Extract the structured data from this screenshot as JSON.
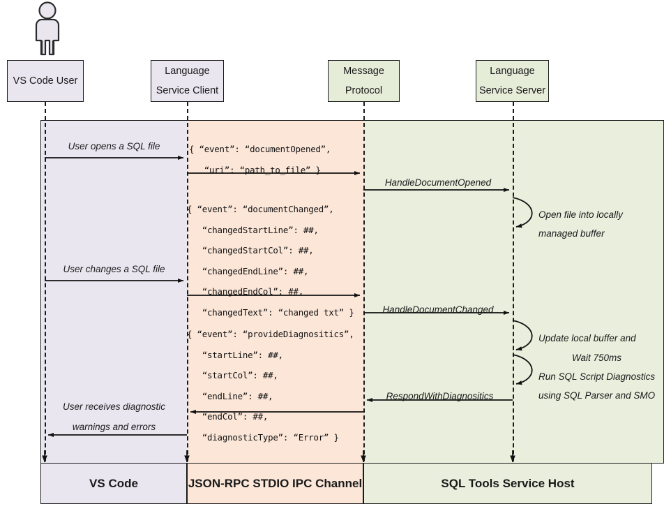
{
  "diagram": {
    "title": "SQL Tools Service sequence diagram",
    "colors": {
      "lavender": "#e9e6f0",
      "peach": "#fbe6d8",
      "green": "#e9eedd",
      "stroke": "#1a1a1a"
    }
  },
  "actor": {
    "icon": "person-icon",
    "label": "VS Code User"
  },
  "participants": [
    {
      "id": "vscode-user",
      "line1": "VS Code User",
      "line2": "",
      "fill": "lavender"
    },
    {
      "id": "language-service-client",
      "line1": "Language",
      "line2": "Service Client",
      "fill": "lavender"
    },
    {
      "id": "message-protocol",
      "line1": "Message",
      "line2": "Protocol",
      "fill": "green"
    },
    {
      "id": "language-service-server",
      "line1": "Language",
      "line2": "Service Server",
      "fill": "green"
    }
  ],
  "bands": [
    {
      "id": "band-vscode",
      "label": "VS Code",
      "fill": "lavender"
    },
    {
      "id": "band-ipc",
      "label": "JSON-RPC STDIO IPC Channel",
      "fill": "peach"
    },
    {
      "id": "band-service",
      "label": "SQL Tools Service Host",
      "fill": "green"
    }
  ],
  "legend": [
    {
      "id": "legend-vs-code",
      "label": "VS Code"
    },
    {
      "id": "legend-ipc",
      "label": "JSON-RPC STDIO IPC Channel"
    },
    {
      "id": "legend-sql-host",
      "label": "SQL Tools Service Host"
    }
  ],
  "messages": [
    {
      "id": "msg-user-opens",
      "label": "User opens a SQL file"
    },
    {
      "id": "msg-user-changes",
      "label": "User changes a SQL file"
    },
    {
      "id": "msg-user-receives-line1",
      "label": "User receives diagnostic"
    },
    {
      "id": "msg-user-receives-line2",
      "label": "warnings and errors"
    },
    {
      "id": "msg-handle-document-opened",
      "label": "HandleDocumentOpened"
    },
    {
      "id": "msg-handle-document-changed",
      "label": "HandleDocumentChanged"
    },
    {
      "id": "msg-respond-with-diagnosings",
      "label": "RespondWithDiagnositics"
    }
  ],
  "payloads": {
    "document_opened": "{ “event”: “documentOpened”,\n   “uri”: “path_to_file” }",
    "document_changed": "{ “event”: “documentChanged”,\n   “changedStartLine”: ##,\n   “changedStartCol”: ##,\n   “changedEndLine”: ##,\n   “changedEndCol”: ##,\n   “changedText”: “changed txt” }",
    "provide_diagnostics": "{ “event”: “provideDiagnositics”,\n   “startLine”: ##,\n   “startCol”: ##,\n   “endLine”: ##,\n   “endCol”: ##,\n   “diagnosticType”: “Error” }"
  },
  "notes": [
    {
      "id": "note-open-file-line1",
      "label": "Open file into locally"
    },
    {
      "id": "note-open-file-line2",
      "label": "managed buffer"
    },
    {
      "id": "note-update-buffer-line1",
      "label": "Update local buffer and"
    },
    {
      "id": "note-update-buffer-line2",
      "label": "Wait 750ms"
    },
    {
      "id": "note-run-diagnostics-line1",
      "label": "Run SQL Script Diagnostics"
    },
    {
      "id": "note-run-diagnostics-line2",
      "label": "using SQL Parser and SMO"
    }
  ]
}
